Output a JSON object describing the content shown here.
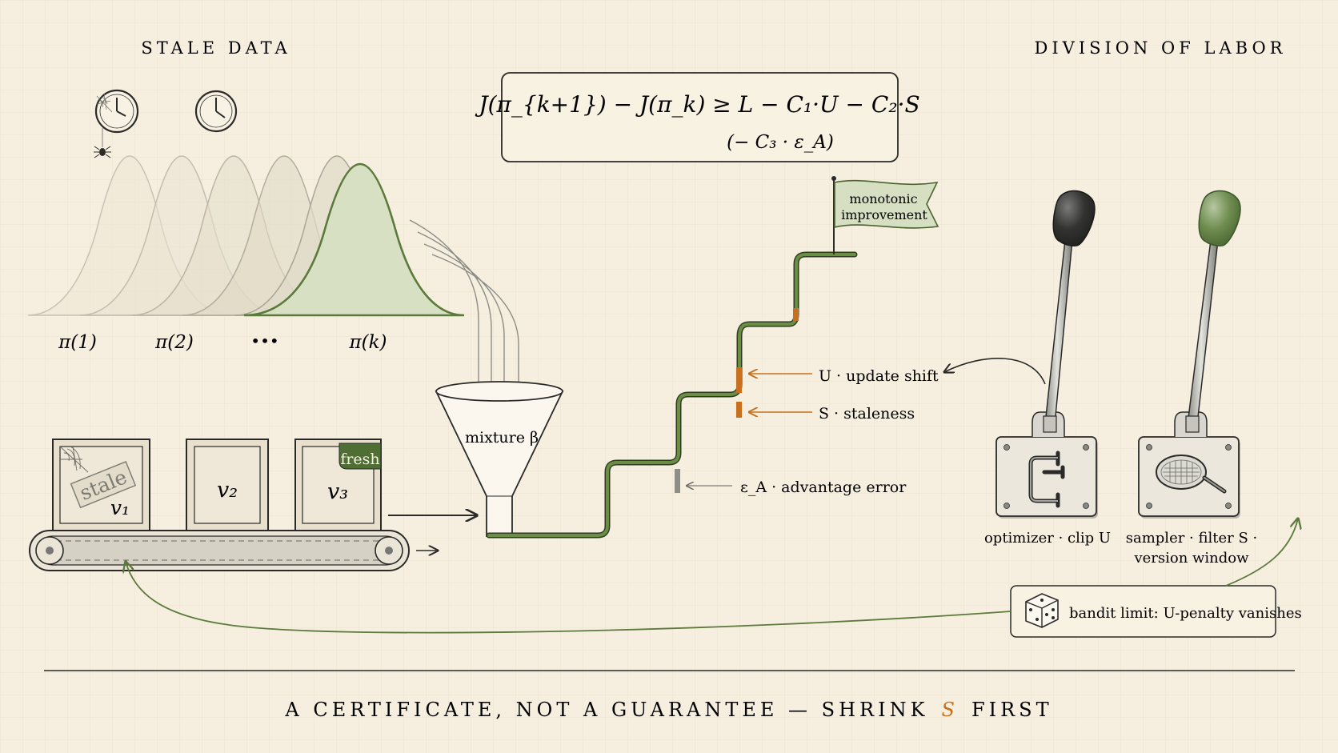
{
  "headings": {
    "left": "STALE DATA",
    "right": "DIVISION OF LABOR"
  },
  "formula": {
    "line1": "J(π_{k+1}) − J(π_k) ≥ L − C₁·U − C₂·S",
    "line2": "(− C₃ · ε_A)"
  },
  "policies": {
    "labels": [
      "π(1)",
      "π(2)",
      "•••",
      "π(k)"
    ]
  },
  "crates": {
    "stale_tag": "stale",
    "fresh_tag": "fresh",
    "items": [
      "v₁",
      "v₂",
      "v₃"
    ]
  },
  "funnel": {
    "label": "mixture β"
  },
  "staircase": {
    "flag_line1": "monotonic",
    "flag_line2": "improvement",
    "u_label": "U · update shift",
    "s_label": "S · staleness",
    "eps_label": "ε_A · advantage error"
  },
  "levers": {
    "optimizer_label": "optimizer · clip U",
    "sampler_line1": "sampler · filter S ·",
    "sampler_line2": "version window"
  },
  "bandit": {
    "label": "bandit limit: U-penalty vanishes"
  },
  "footer": {
    "prefix": "A CERTIFICATE, NOT A GUARANTEE — SHRINK",
    "highlight": "S",
    "suffix": "FIRST"
  },
  "colors": {
    "green": "#5b7a3c",
    "orange": "#c8701e",
    "ink": "#2a2a28",
    "paper": "#f6efe0"
  }
}
